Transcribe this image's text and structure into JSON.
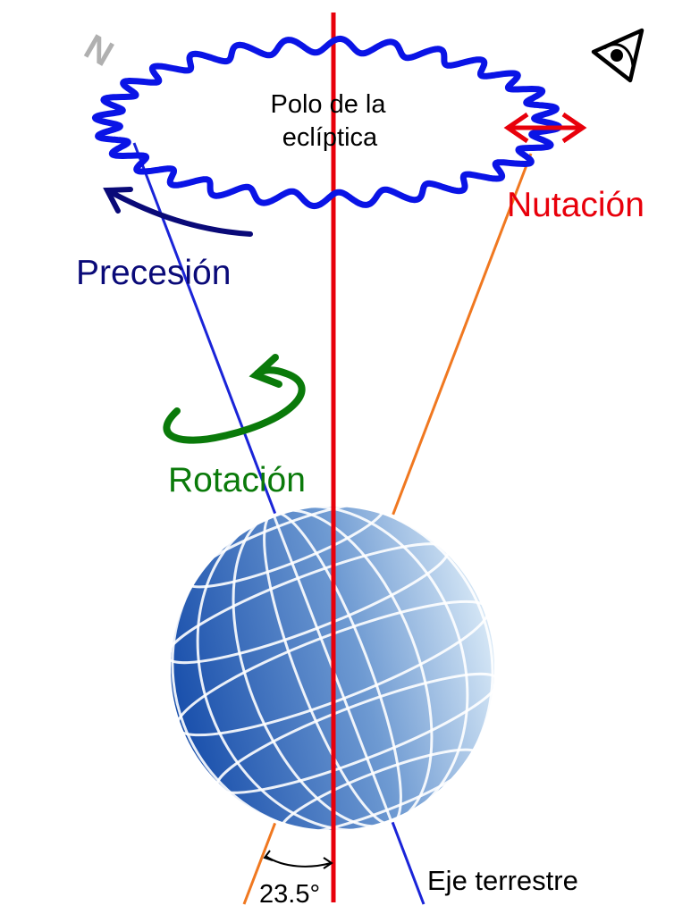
{
  "labels": {
    "ecliptic_pole_line1": "Polo de la",
    "ecliptic_pole_line2": "eclíptica",
    "nutation": "Nutación",
    "precession": "Precesión",
    "rotation": "Rotación",
    "earth_axis": "Eje terrestre",
    "tilt_angle": "23.5°",
    "north": "N"
  },
  "colors": {
    "ecliptic_axis": "#e8000b",
    "precession_ring": "#0a14e6",
    "earth_axis": "#1a24d8",
    "nutation_axis": "#f07820",
    "nutation": "#e8000b",
    "precession": "#0a0a78",
    "rotation": "#0a7a0a",
    "north": "#b0b0b0",
    "globe_dark": "#1e56b0",
    "globe_light": "#dcecf8"
  },
  "icons": [
    "eye-icon",
    "precession-arrow-icon",
    "rotation-arrow-icon",
    "nutation-double-arrow-icon"
  ]
}
